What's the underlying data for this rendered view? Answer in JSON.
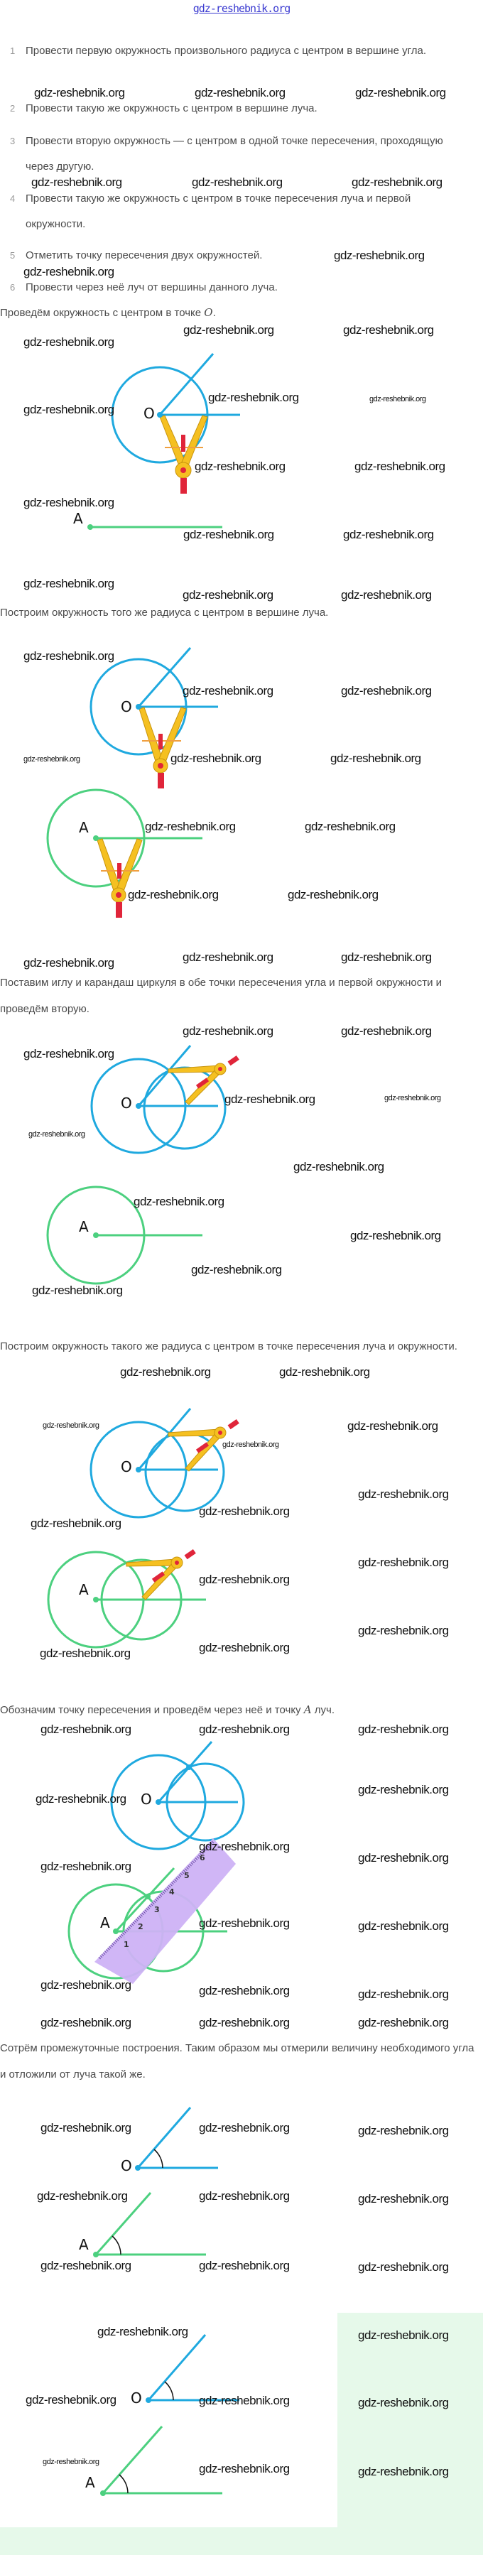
{
  "header": {
    "site": "gdz-reshebnik.org"
  },
  "watermark": "gdz-reshebnik.org",
  "steps": [
    {
      "num": "1",
      "text": "Провести первую окружность произвольного радиуса с центром в вершине угла."
    },
    {
      "num": "2",
      "text": "Провести такую же окружность с центром в вершине луча."
    },
    {
      "num": "3",
      "text": "Провести вторую окружность — с центром в одной точке пересечения, проходящую через другую."
    },
    {
      "num": "4",
      "text": "Провести такую же окружность с центром в точке пересечения луча и первой окружности."
    },
    {
      "num": "5",
      "text": "Отметить точку пересечения двух окружностей."
    },
    {
      "num": "6",
      "text": "Провести через неё луч от вершины данного луча."
    }
  ],
  "sections": [
    {
      "caption": "Проведём окружность с центром в точке ",
      "math": "O",
      "tail": "."
    },
    {
      "caption": "Построим окружность того же радиуса с центром в вершине луча."
    },
    {
      "caption": "Поставим иглу и карандаш циркуля в обе точки пересечения угла и первой окружности и проведём вторую."
    },
    {
      "caption": "Построим окружность такого же радиуса с центром в точке пересечения луча и окружности."
    },
    {
      "caption": "Обозначим точку пересечения и проведём через неё и точку ",
      "math": "A",
      "tail": " луч."
    },
    {
      "caption": "Сотрём промежуточные построения. Таким образом мы отмерили величину необходимого угла и отложили от луча такой же."
    }
  ],
  "labels": {
    "o": "O",
    "a": "A"
  },
  "ruler_marks": [
    "1",
    "2",
    "3",
    "4",
    "5",
    "6"
  ],
  "colors": {
    "blue": "#1fa9df",
    "green": "#4cd07f",
    "compass": "#f5c021",
    "red": "#e0253a",
    "ruler": "#cdb2f5",
    "panel": "#e6f9ea"
  }
}
